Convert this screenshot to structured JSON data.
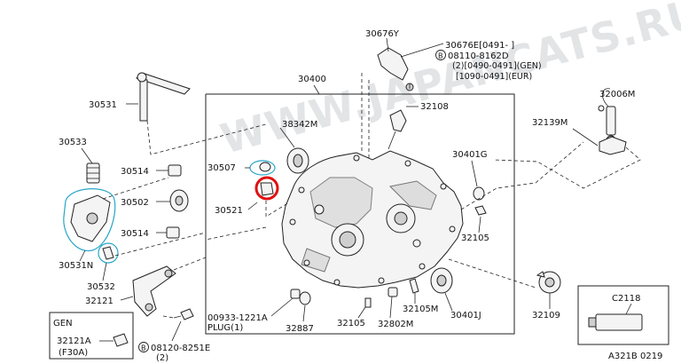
{
  "watermark": "WWW.JAPANCATS.RU",
  "labels": {
    "p30676Y": "30676Y",
    "p30676E": "30676E[0491-    ]",
    "p08110": "08110-8162D",
    "p08110_q1": "(2)[0490-0491](GEN)",
    "p08110_q2": "[1090-0491](EUR)",
    "p30400": "30400",
    "p32108": "32108",
    "p38342M": "38342M",
    "p30531": "30531",
    "p30533": "30533",
    "p30514a": "30514",
    "p30507": "30507",
    "p30502": "30502",
    "p30521": "30521",
    "p30514b": "30514",
    "p30531N": "30531N",
    "p30532": "30532",
    "p32121": "32121",
    "gen_title": "GEN",
    "p32121A": "32121A",
    "p32121A_note": "(F30A)",
    "p08120": "08120-8251E",
    "p08120_qty": "(2)",
    "p00933": "00933-1221A",
    "p00933_plug": "PLUG(1)",
    "p32887": "32887",
    "p32105a": "32105",
    "p32802M": "32802M",
    "p32105M": "32105M",
    "p30401J": "30401J",
    "p30401G": "30401G",
    "p32105b": "32105",
    "p32006M": "32006M",
    "p32139M": "32139M",
    "p32109": "32109",
    "p_inset_code": "C2118",
    "diagram_code": "A321B 0219"
  },
  "symbols": {
    "circled_b": "B"
  },
  "colors": {
    "highlight_red": "#e01010",
    "highlight_cyan": "#2aa6c8"
  },
  "icons": {
    "circled_b_icon": "circled-letter-b"
  }
}
